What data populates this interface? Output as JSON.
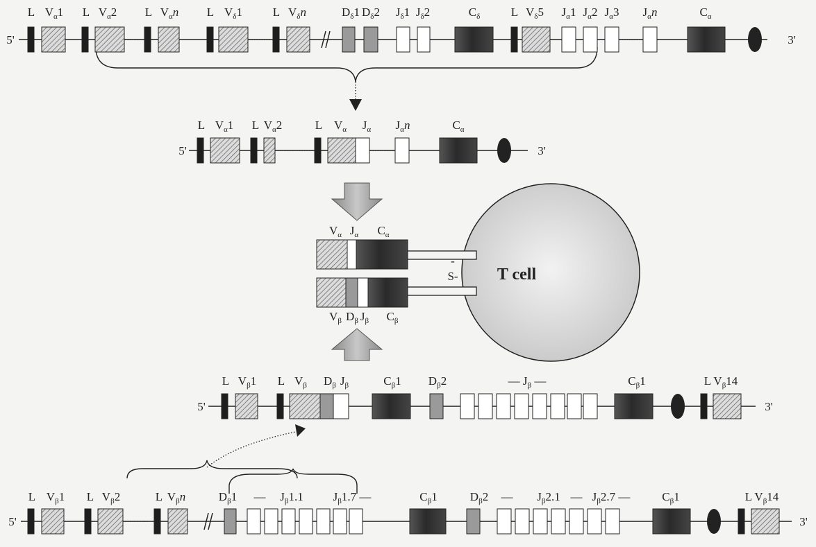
{
  "colors": {
    "leader": "#1e1e1e",
    "v_segment": "#c4c4c4",
    "d_segment": "#9a9a9a",
    "j_segment": "#ffffff",
    "c_segment": "#3a3a3a",
    "enhancer": "#222222",
    "cell_fill": "#d9d9d9",
    "line": "#222222"
  },
  "row1": {
    "end5": "5'",
    "end3": "3'",
    "labels": [
      {
        "t": "L"
      },
      {
        "t": "V",
        "s": "α",
        "t2": "1"
      },
      {
        "t": "L"
      },
      {
        "t": "V",
        "s": "α",
        "t2": "2"
      },
      {
        "t": "L"
      },
      {
        "t": "V",
        "s": "α",
        "ti": "n"
      },
      {
        "t": "L"
      },
      {
        "t": "V",
        "s": "δ",
        "t2": "1"
      },
      {
        "t": "L"
      },
      {
        "t": "V",
        "s": "δ",
        "ti": "n"
      },
      {
        "t": "D",
        "s": "δ",
        "t2": "1"
      },
      {
        "t": "D",
        "s": "δ",
        "t2": "2"
      },
      {
        "t": "J",
        "s": "δ",
        "t2": "1"
      },
      {
        "t": "J",
        "s": "δ",
        "t2": "2"
      },
      {
        "t": "C",
        "s": "δ"
      },
      {
        "t": "L"
      },
      {
        "t": "V",
        "s": "δ",
        "t2": "5"
      },
      {
        "t": "J",
        "s": "α",
        "t2": "1"
      },
      {
        "t": "J",
        "s": "α",
        "t2": "2"
      },
      {
        "t": "J",
        "s": "α",
        "t2": "3"
      },
      {
        "t": "J",
        "s": "α",
        "ti": "n"
      },
      {
        "t": "C",
        "s": "α"
      }
    ]
  },
  "row2": {
    "end5": "5'",
    "end3": "3'",
    "labels": [
      {
        "t": "L"
      },
      {
        "t": "V",
        "s": "α",
        "t2": "1"
      },
      {
        "t": "L"
      },
      {
        "t": "V",
        "s": "α",
        "t2": "2"
      },
      {
        "t": "L"
      },
      {
        "t": "V",
        "s": "α"
      },
      {
        "t": "J",
        "s": "α"
      },
      {
        "t": "J",
        "s": "α",
        "ti": "n"
      },
      {
        "t": "C",
        "s": "α"
      }
    ]
  },
  "receptor": {
    "alpha_labels": [
      {
        "t": "V",
        "s": "α"
      },
      {
        "t": "J",
        "s": "α"
      },
      {
        "t": "C",
        "s": "α"
      }
    ],
    "beta_labels": [
      {
        "t": "V",
        "s": "β"
      },
      {
        "t": "D",
        "s": "β"
      },
      {
        "t": "J",
        "s": "β"
      },
      {
        "t": "C",
        "s": "β"
      }
    ],
    "disulfide_dash": "-",
    "disulfide_s": "S-",
    "cell_label": "T cell"
  },
  "row3": {
    "end5": "5'",
    "end3": "3'",
    "labels": [
      {
        "t": "L"
      },
      {
        "t": "V",
        "s": "β",
        "t2": "1"
      },
      {
        "t": "L"
      },
      {
        "t": "V",
        "s": "β"
      },
      {
        "t": "D",
        "s": "β"
      },
      {
        "t": "J",
        "s": "β"
      },
      {
        "t": "C",
        "s": "β",
        "t2": "1"
      },
      {
        "t": "D",
        "s": "β",
        "t2": "2"
      },
      {
        "t": "— J",
        "s": "β",
        "t2": " —"
      },
      {
        "t": "C",
        "s": "β",
        "t2": "1"
      },
      {
        "t": "L V",
        "s": "β",
        "t2": "14"
      }
    ]
  },
  "row4": {
    "end5": "5'",
    "end3": "3'",
    "labels": [
      {
        "t": "L"
      },
      {
        "t": "V",
        "s": "β",
        "t2": "1"
      },
      {
        "t": "L"
      },
      {
        "t": "V",
        "s": "β",
        "t2": "2"
      },
      {
        "t": "L"
      },
      {
        "t": "V",
        "s": "β",
        "ti": "n"
      },
      {
        "t": "D",
        "s": "β",
        "t2": "1"
      },
      {
        "t": "—"
      },
      {
        "t": "J",
        "s": "β",
        "t2": "1.1"
      },
      {
        "t": "J",
        "s": "β",
        "t2": "1.7 —"
      },
      {
        "t": "C",
        "s": "β",
        "t2": "1"
      },
      {
        "t": "D",
        "s": "β",
        "t2": "2"
      },
      {
        "t": "—"
      },
      {
        "t": "J",
        "s": "β",
        "t2": "2.1"
      },
      {
        "t": "—"
      },
      {
        "t": "J",
        "s": "β",
        "t2": "2.7 —"
      },
      {
        "t": "C",
        "s": "β",
        "t2": "1"
      },
      {
        "t": "L V",
        "s": "β",
        "t2": "14"
      }
    ]
  }
}
